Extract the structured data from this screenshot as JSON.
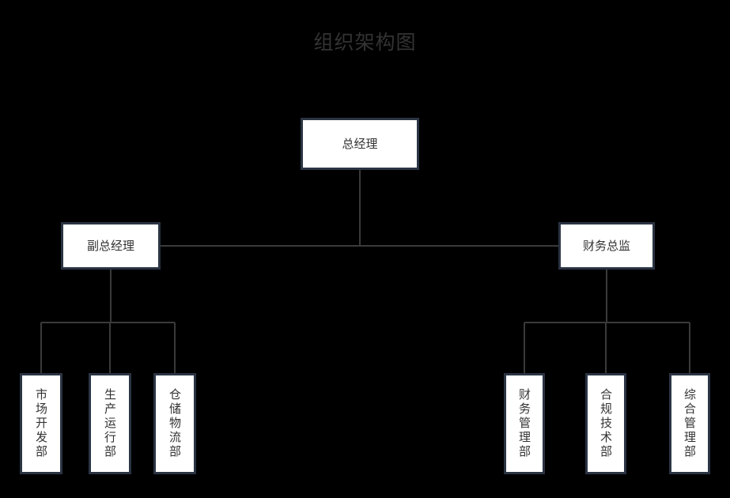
{
  "diagram": {
    "title": "组织架构图",
    "type": "org-chart",
    "background_color": "#000000",
    "node_fill_color": "#ffffff",
    "node_border_color": "#2b3443",
    "connector_color": "#3a3a3a",
    "title_color": "#333333",
    "text_color": "#333333",
    "nodes": {
      "root": {
        "label": "总经理",
        "level": 1
      },
      "level2": [
        {
          "id": "deputy-general-manager",
          "label": "副总经理",
          "level": 2
        },
        {
          "id": "financial-director",
          "label": "财务总监",
          "level": 2
        }
      ],
      "left_children": [
        {
          "id": "market-development-dept",
          "label": "市场开发部",
          "level": 3
        },
        {
          "id": "production-operations-dept",
          "label": "生产运行部",
          "level": 3
        },
        {
          "id": "warehouse-logistics-dept",
          "label": "仓储物流部",
          "level": 3
        }
      ],
      "right_children": [
        {
          "id": "financial-management-dept",
          "label": "财务管理部",
          "level": 3
        },
        {
          "id": "compliance-technology-dept",
          "label": "合规技术部",
          "level": 3
        },
        {
          "id": "general-management-dept",
          "label": "综合管理部",
          "level": 3
        }
      ]
    }
  }
}
